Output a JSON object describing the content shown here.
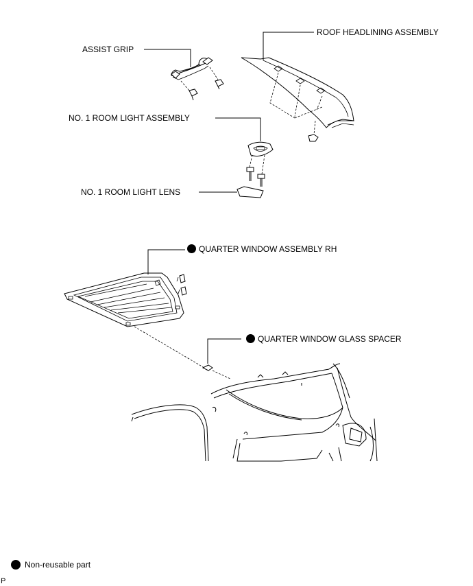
{
  "labels": {
    "roof_headlining": "ROOF HEADLINING ASSEMBLY",
    "assist_grip": "ASSIST GRIP",
    "room_light": "NO. 1 ROOM LIGHT ASSEMBLY",
    "room_light_lens": "NO. 1 ROOM LIGHT LENS",
    "quarter_window": "QUARTER WINDOW ASSEMBLY RH",
    "glass_spacer": "QUARTER WINDOW GLASS SPACER"
  },
  "legend": {
    "non_reusable": "Non-reusable part"
  },
  "corner_code": "P",
  "icons": {
    "non_reusable_marker": "filled-circle-icon"
  }
}
